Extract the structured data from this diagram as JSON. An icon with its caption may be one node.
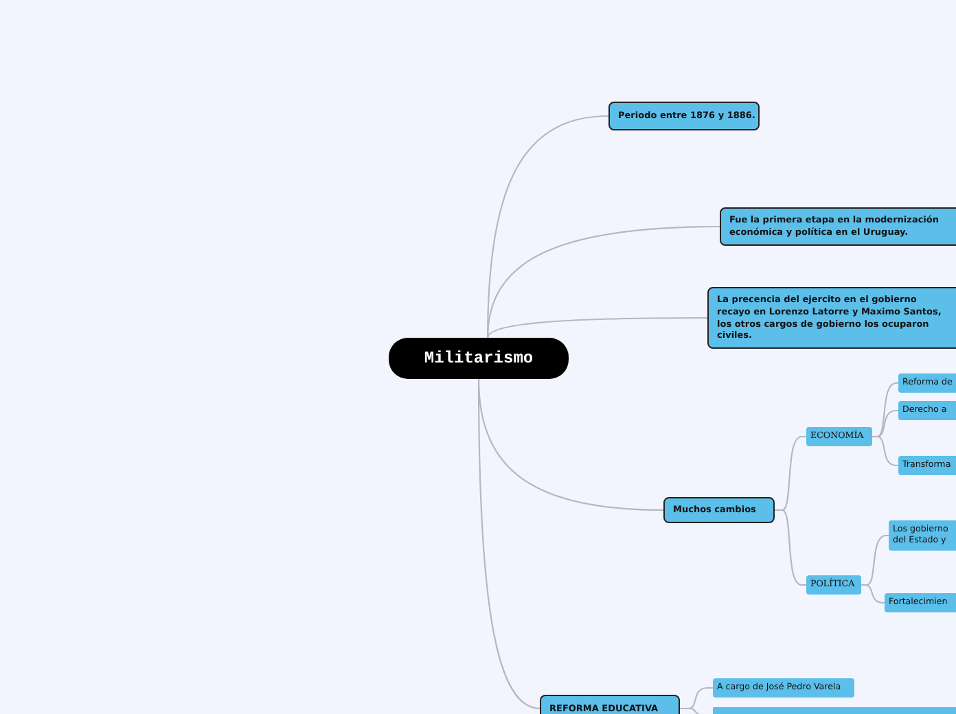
{
  "diagram": {
    "nodes": [
      {
        "text": [
          "Militarismo"
        ]
      },
      {
        "text": [
          "Periodo entre 1876 y 1886."
        ]
      },
      {
        "text": [
          "Fue la primera etapa en la modernización económica y política en el Uruguay."
        ]
      },
      {
        "text": [
          "La precencia del ejercito en el gobierno recayo en Lorenzo Latorre y Maximo Santos, los otros cargos de gobierno los ocuparon civiles."
        ]
      },
      {
        "text": [
          "Muchos cambios"
        ]
      },
      {
        "text": [
          "ECONOMÍA"
        ]
      },
      {
        "text": [
          "Reforma de"
        ]
      },
      {
        "text": [
          "Derecho a"
        ]
      },
      {
        "text": [
          "Transforma"
        ]
      },
      {
        "text": [
          "POLÍTICA"
        ]
      },
      {
        "text": [
          "Los gobierno del Estado y"
        ]
      },
      {
        "text": [
          "Fortalecimien"
        ]
      },
      {
        "text": [
          "REFORMA EDUCATIVA"
        ]
      },
      {
        "text": [
          "A cargo de José Pedro Varela"
        ]
      },
      {
        "text": [],
        "shape": "box"
      }
    ],
    "edges": [
      {
        "from": 0,
        "to": 1,
        "arrow": "none"
      },
      {
        "from": 0,
        "to": 2,
        "arrow": "none"
      },
      {
        "from": 0,
        "to": 3,
        "arrow": "none"
      },
      {
        "from": 0,
        "to": 4,
        "arrow": "none"
      },
      {
        "from": 0,
        "to": 12,
        "arrow": "none"
      },
      {
        "from": 4,
        "to": 5,
        "arrow": "none"
      },
      {
        "from": 4,
        "to": 9,
        "arrow": "none"
      },
      {
        "from": 5,
        "to": 6,
        "arrow": "none"
      },
      {
        "from": 5,
        "to": 7,
        "arrow": "none"
      },
      {
        "from": 5,
        "to": 8,
        "arrow": "none"
      },
      {
        "from": 9,
        "to": 10,
        "arrow": "none"
      },
      {
        "from": 9,
        "to": 11,
        "arrow": "none"
      },
      {
        "from": 12,
        "to": 13,
        "arrow": "none"
      },
      {
        "from": 12,
        "to": 14,
        "arrow": "none"
      }
    ]
  }
}
